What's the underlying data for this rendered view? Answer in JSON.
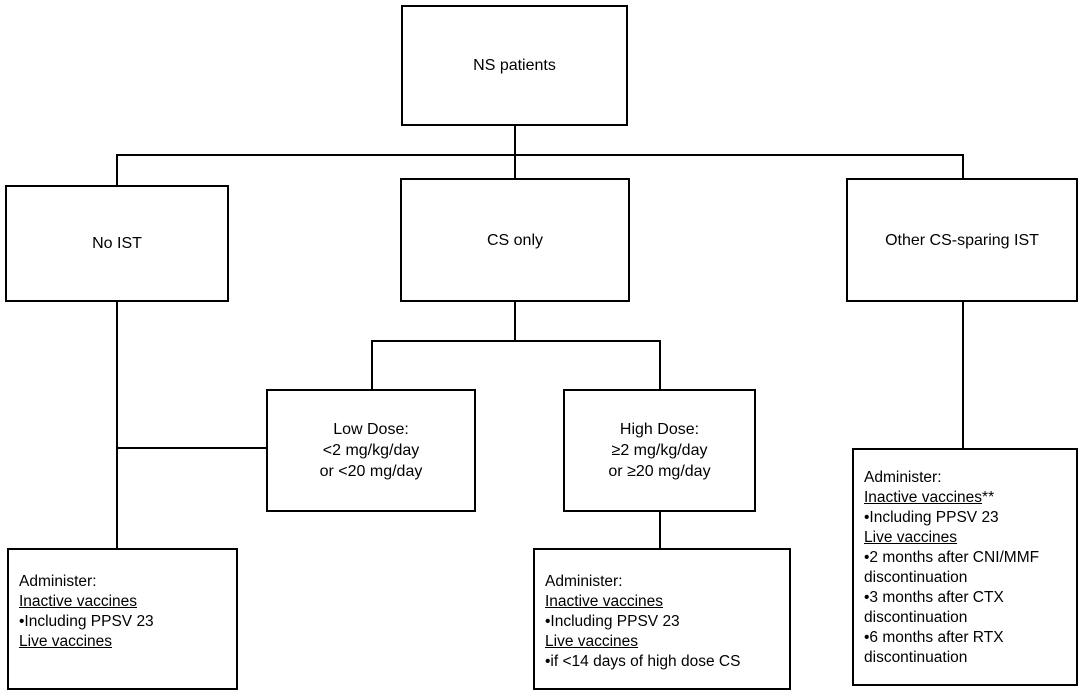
{
  "nodes": {
    "root": "NS patients",
    "no_ist": "No IST",
    "cs_only": "CS only",
    "other": "Other CS-sparing IST",
    "low_dose": [
      "Low Dose:",
      "<2 mg/kg/day",
      "or <20 mg/day"
    ],
    "high_dose": [
      "High Dose:",
      "≥2 mg/kg/day",
      "or ≥20 mg/day"
    ]
  },
  "boxes": {
    "no_ist_rec": {
      "title": "Administer:",
      "inactive": "Inactive vaccines",
      "inactive_item": "•Including PPSV 23",
      "live": "Live vaccines"
    },
    "high_dose_rec": {
      "title": "Administer:",
      "inactive": "Inactive vaccines",
      "inactive_item": "•Including PPSV 23",
      "live": "Live vaccines",
      "live_item": "•if <14 days of high dose CS"
    },
    "other_rec": {
      "title": "Administer:",
      "inactive": "Inactive vaccines",
      "inactive_suffix": "**",
      "inactive_item": "•Including PPSV 23",
      "live": "Live vaccines",
      "live_items": [
        "•2 months after CNI/MMF",
        "discontinuation",
        "•3 months after CTX",
        "discontinuation",
        "•6 months after RTX",
        "discontinuation"
      ]
    }
  }
}
